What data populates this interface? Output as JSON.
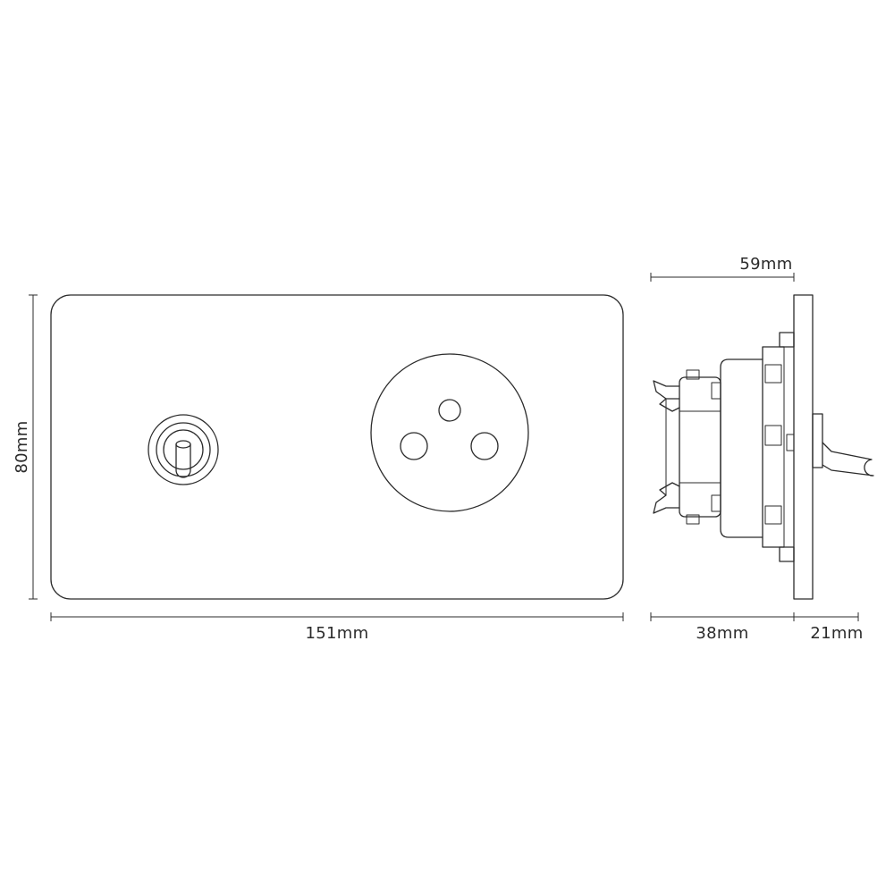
{
  "dimensions": {
    "plate_width": "151mm",
    "plate_height": "80mm",
    "total_depth": "59mm",
    "back_box_depth": "38mm",
    "front_depth": "21mm"
  },
  "colors": {
    "line": "#2b2b2b",
    "background": "#ffffff"
  },
  "icons": {
    "toggle": "toggle-switch-icon",
    "socket": "french-socket-icon"
  }
}
